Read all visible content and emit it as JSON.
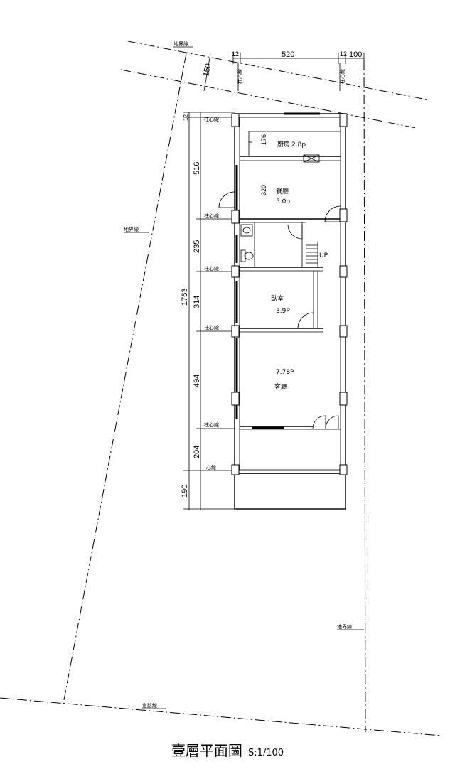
{
  "drawing": {
    "title": "壹層平面圖",
    "scale": "S:1/100"
  },
  "boundary_labels": {
    "top": "地界線",
    "left": "地界線",
    "right": "地界線",
    "bottom": "道路線"
  },
  "top_dims": {
    "d1": "12",
    "d2": "520",
    "d3": "12",
    "d4": "100",
    "d5": "150",
    "d6": "176"
  },
  "left_dims": {
    "total": "1763",
    "d1": "516",
    "d2": "235",
    "d3": "314",
    "d4": "494",
    "d5": "204",
    "d6": "190",
    "d7": "12",
    "d8": "320"
  },
  "axis_labels": {
    "a1": "柱心線",
    "a2": "柱心線",
    "a3": "柱心線",
    "a4": "柱心線",
    "a5": "柱心線",
    "a6": "心線"
  },
  "rooms": {
    "kitchen_name": "廚房",
    "kitchen_area": "2.8p",
    "dining_name": "餐廳",
    "dining_area": "5.0p",
    "bedroom_name": "臥室",
    "bedroom_area": "3.9P",
    "living_name": "客廳",
    "living_area": "7.78P",
    "stair": "UP"
  }
}
